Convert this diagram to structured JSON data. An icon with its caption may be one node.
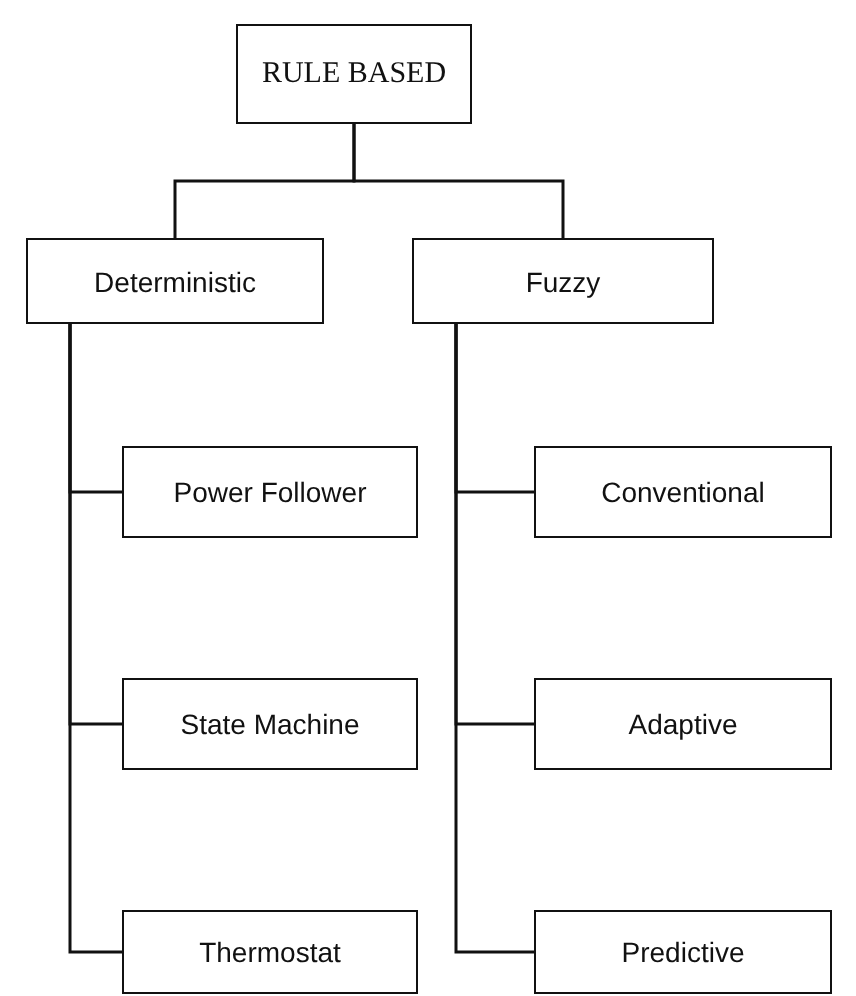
{
  "diagram": {
    "nodes": [
      {
        "text": [
          "RULE BASED"
        ]
      },
      {
        "text": [
          "Deterministic"
        ]
      },
      {
        "text": [
          "Fuzzy"
        ]
      },
      {
        "text": [
          "Power Follower"
        ]
      },
      {
        "text": [
          "State Machine"
        ]
      },
      {
        "text": [
          "Thermostat"
        ]
      },
      {
        "text": [
          "Conventional"
        ]
      },
      {
        "text": [
          "Adaptive"
        ]
      },
      {
        "text": [
          "Predictive"
        ]
      }
    ],
    "edges": [
      {
        "from": 0,
        "to": 1,
        "arrow": "none"
      },
      {
        "from": 0,
        "to": 2,
        "arrow": "none"
      },
      {
        "from": 1,
        "to": 3,
        "arrow": "none"
      },
      {
        "from": 1,
        "to": 4,
        "arrow": "none"
      },
      {
        "from": 1,
        "to": 5,
        "arrow": "none"
      },
      {
        "from": 2,
        "to": 6,
        "arrow": "none"
      },
      {
        "from": 2,
        "to": 7,
        "arrow": "none"
      },
      {
        "from": 2,
        "to": 8,
        "arrow": "none"
      }
    ]
  }
}
